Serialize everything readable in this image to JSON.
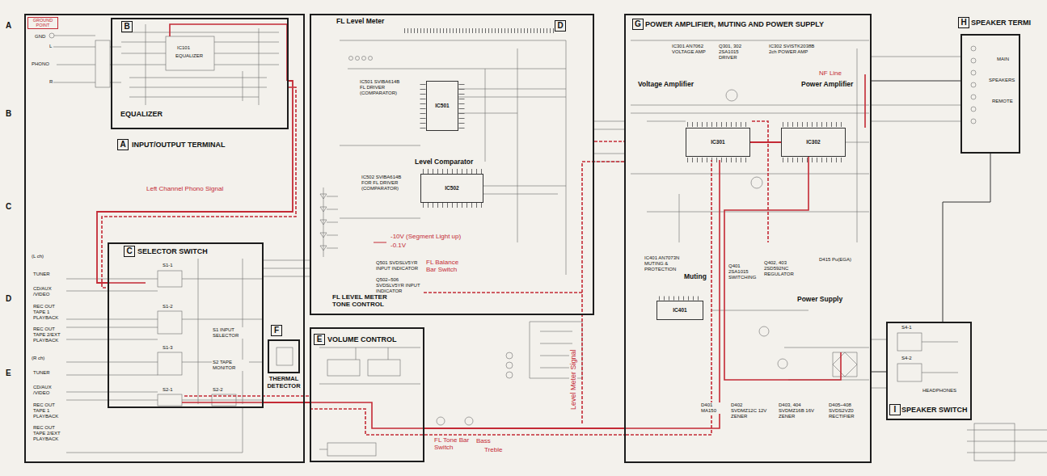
{
  "diagram": {
    "nodes": [
      {
        "text": [
          "A",
          "INPUT/OUTPUT TERMINAL"
        ]
      },
      {
        "text": [
          "B",
          "EQUALIZER"
        ],
        "in": 0
      },
      {
        "text": [
          "C",
          "SELECTOR SWITCH"
        ],
        "in": 0
      },
      {
        "text": [
          "FL Level Meter",
          "D",
          "FL LEVEL METER TONE CONTROL"
        ]
      },
      {
        "text": [
          "IC501"
        ],
        "in": 3
      },
      {
        "text": [
          "IC502"
        ],
        "in": 3
      },
      {
        "text": [
          "E",
          "VOLUME CONTROL"
        ]
      },
      {
        "text": [
          "F",
          "THERMAL DETECTOR"
        ],
        "in": 0
      },
      {
        "text": [
          "G",
          "POWER AMPLIFIER, MUTING AND POWER SUPPLY"
        ]
      },
      {
        "text": [
          "IC301"
        ],
        "in": 8
      },
      {
        "text": [
          "IC302"
        ],
        "in": 8
      },
      {
        "text": [
          "IC401"
        ],
        "in": 8
      },
      {
        "text": [
          "H",
          "SPEAKER TERMI"
        ]
      },
      {
        "text": [
          "I",
          "SPEAKER SWITCH"
        ]
      }
    ],
    "edges": [
      {
        "from": 1,
        "to": 2,
        "arrow": "none"
      },
      {
        "from": 2,
        "to": 6,
        "arrow": "none"
      },
      {
        "from": 6,
        "to": 8,
        "arrow": "none"
      },
      {
        "from": 3,
        "to": 8,
        "arrow": "none"
      },
      {
        "from": 9,
        "to": 10,
        "arrow": "none"
      },
      {
        "from": 8,
        "to": 12,
        "arrow": "none"
      },
      {
        "from": 8,
        "to": 13,
        "arrow": "none"
      },
      {
        "from": 13,
        "to": 12,
        "arrow": "none"
      }
    ],
    "labels": [
      "A",
      "B",
      "C",
      "D",
      "E",
      "GROUND POINT",
      "GND",
      "L",
      "PHONO",
      "R",
      "IC101",
      "EQUALIZER",
      "Left Channel Phono Signal",
      "(L ch)",
      "TUNER",
      "CD/AUX /VIDEO",
      "REC OUT TAPE 1 PLAYBACK",
      "REC OUT TAPE 2/EXT PLAYBACK",
      "(R ch)",
      "TUNER",
      "CD/AUX /VIDEO",
      "REC OUT TAPE 1 PLAYBACK",
      "REC OUT TAPE 2/EXT PLAYBACK",
      "S1-1",
      "S1-2",
      "S1-3",
      "S2-1",
      "S2-2",
      "S1 INPUT SELECTOR",
      "S2 TAPE MONITOR",
      "IC501 SVIBA614B FL DRIVER (COMPARATOR)",
      "Level Comparator",
      "IC502 SVIBA614B FOR FL DRIVER (COMPARATOR)",
      "-10V (Segment Light up)",
      "-0.1V",
      "Q501 SVDSLV5YR INPUT INDICATOR",
      "Q502~506 SVDSLV5YR INPUT INDICATOR",
      "FL Balance Bar Switch",
      "Level Meter Signal",
      "FL Tone Bar Switch",
      "Bass",
      "Treble",
      "IC301 AN7062 VOLTAGE AMP",
      "Q301, 302 2SA1015 DRIVER",
      "IC302 SVISTK2038B 2ch POWER AMP",
      "NF Line",
      "Voltage Amplifier",
      "Power Amplifier",
      "IC401 AN7073N MUTING & PROTECTION",
      "Muting",
      "Q401 2SA1015 SWITCHING",
      "Q402, 403 2SD592NC REGULATOR",
      "D415 Pu(EGA)",
      "Power Supply",
      "D401 MA150",
      "D402 SVDMZ12C 12V ZENER",
      "D403, 404 SVDMZ16B 16V ZENER",
      "D405~408 SVDS2VZ0 RECTIFIER",
      "MAIN",
      "SPEAKERS",
      "REMOTE",
      "S4-1",
      "S4-2",
      "HEADPHONES"
    ]
  }
}
